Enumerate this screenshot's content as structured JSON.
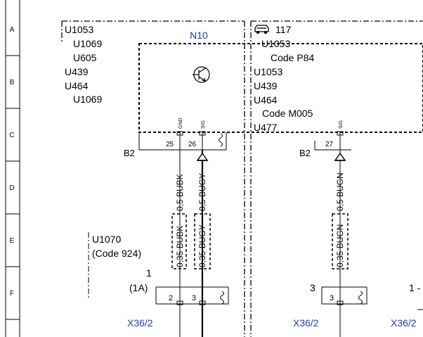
{
  "row_labels": [
    "A",
    "B",
    "C",
    "D",
    "E",
    "F"
  ],
  "left_block": {
    "codes": [
      "U1053",
      "U1069",
      "U605",
      "U439",
      "U464",
      "U1069"
    ],
    "module": "N10",
    "connector": "B2",
    "pins": [
      "25",
      "26"
    ],
    "pin_tags": [
      "GND",
      "SIG"
    ],
    "wire_upper": [
      "0,5 BUBK",
      "0,5 BUGY"
    ],
    "wire_lower": [
      "0,35 BUBK",
      "0,35 BUGY"
    ],
    "option_code": "U1070",
    "option_note": "(Code 924)",
    "plug_num": "1",
    "plug_sub": "(1A)",
    "plug_pins": [
      "2",
      "3"
    ],
    "plug_label": "X36/2"
  },
  "right_block": {
    "codes": [
      "117",
      "U1053",
      "Code P84",
      "U1053",
      "U439",
      "U464",
      "Code M005",
      "U477"
    ],
    "connector": "B2",
    "pin": "27",
    "pin_tag": "SIG",
    "wire_upper": "0,5 BUGN",
    "wire_lower": "0,35 BUGN",
    "plug_num": "3",
    "plug_pin": "3",
    "plug_label": "X36/2"
  },
  "edge": {
    "plug_num": "1 -",
    "plug_label": "X36/2"
  },
  "icons": {
    "module": "transistor-icon",
    "vehicle": "car-icon"
  }
}
